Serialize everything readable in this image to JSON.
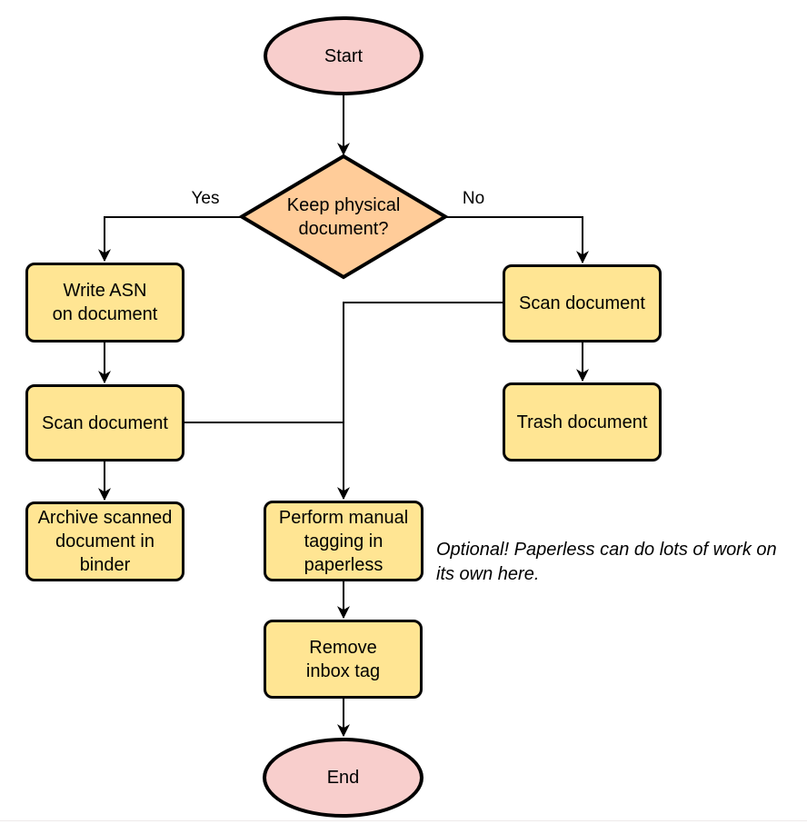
{
  "colors": {
    "terminator_fill": "#f8cecc",
    "decision_fill": "#ffcc99",
    "process_fill": "#ffe593",
    "stroke": "#000000",
    "text": "#000000"
  },
  "nodes": {
    "start": {
      "type": "terminator",
      "label": "Start"
    },
    "decision": {
      "type": "decision",
      "label": "Keep physical\ndocument?"
    },
    "write_asn": {
      "type": "process",
      "label": "Write ASN\non document"
    },
    "scan_left": {
      "type": "process",
      "label": "Scan document"
    },
    "archive": {
      "type": "process",
      "label": "Archive scanned\ndocument in\nbinder"
    },
    "scan_right": {
      "type": "process",
      "label": "Scan document"
    },
    "trash": {
      "type": "process",
      "label": "Trash document"
    },
    "tagging": {
      "type": "process",
      "label": "Perform manual\ntagging in\npaperless"
    },
    "remove_inbox": {
      "type": "process",
      "label": "Remove\ninbox tag"
    },
    "end": {
      "type": "terminator",
      "label": "End"
    }
  },
  "edge_labels": {
    "yes": "Yes",
    "no": "No"
  },
  "annotation": "Optional! Paperless can do lots of work on\nits own here."
}
